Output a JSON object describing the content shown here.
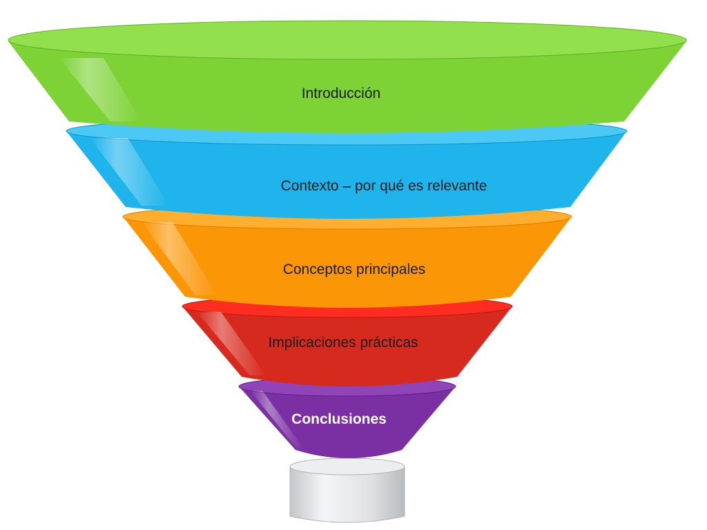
{
  "funnel": {
    "stages": [
      {
        "label": "Introducción",
        "color": "#7dd236",
        "rim": "#92e04e",
        "dark": "#5fae22"
      },
      {
        "label": "Contexto – por qué es relevante",
        "color": "#1fb4ec",
        "rim": "#4cc8f4",
        "dark": "#0f93c8"
      },
      {
        "label": "Conceptos principales",
        "color": "#fb9606",
        "rim": "#ffae2e",
        "dark": "#e07a00"
      },
      {
        "label": "Implicaciones prácticas",
        "color": "#d72a1e",
        "rim": "#ff2d20",
        "dark": "#b41a12"
      },
      {
        "label": "Conclusiones",
        "color": "#7a2fa2",
        "rim": "#8f45b8",
        "dark": "#5e1f84"
      }
    ],
    "spout_color": "#d6d8da"
  }
}
